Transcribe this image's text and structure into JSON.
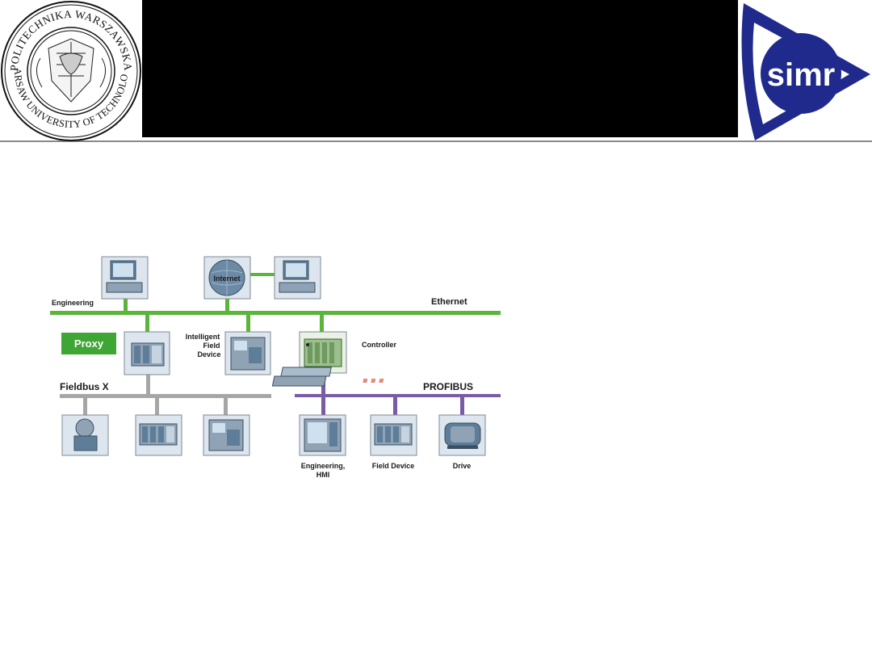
{
  "header": {
    "left_logo": {
      "icon": "university-seal",
      "text_top": "POLITECHNIKA WARSZAWSKA",
      "text_bottom": "WARSAW UNIVERSITY OF TECHNOLOGY"
    },
    "right_logo": {
      "icon": "simr-logo",
      "text": "simr",
      "color": "#1f2a8c"
    },
    "bar_color": "#000000"
  },
  "diagram": {
    "ethernet": {
      "label": "Ethernet",
      "color": "#5bb53a"
    },
    "fieldbus": {
      "label": "Fieldbus X",
      "color": "#a6a6a6"
    },
    "profibus": {
      "label": "PROFIBUS",
      "color": "#7b5aa6"
    },
    "proxy": {
      "label": "Proxy",
      "color": "#3fa535"
    },
    "internet": {
      "label": "Internet"
    },
    "labels": {
      "engineering": "Engineering",
      "intelligent_line1": "Intelligent",
      "intelligent_line2": "Field",
      "intelligent_line3": "Device",
      "controller": "Controller",
      "engineering_hmi_line1": "Engineering,",
      "engineering_hmi_line2": "HMI",
      "field_device": "Field Device",
      "drive": "Drive"
    }
  }
}
